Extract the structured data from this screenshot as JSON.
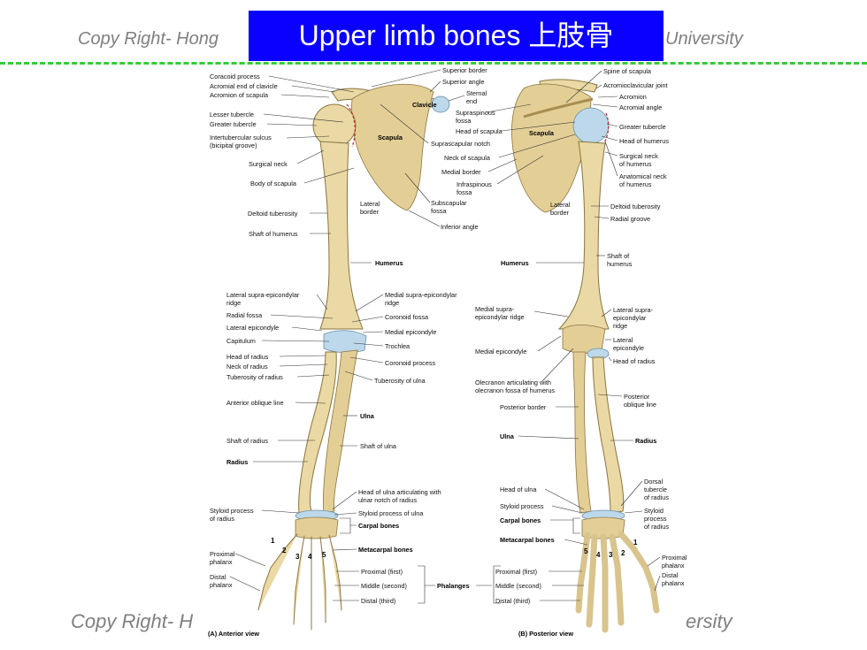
{
  "title": "Upper limb bones 上肢骨",
  "watermarks": {
    "top_left": "Copy Right- Hong",
    "top_right": "University",
    "bottom_left": "Copy Right- H",
    "bottom_right": "ersity"
  },
  "colors": {
    "title_bg": "#0a00ff",
    "title_fg": "#ffffff",
    "divider": "#33cc33",
    "bone": "#ead9a4",
    "cartilage": "#bcd8ea"
  },
  "anterior": {
    "caption": "(A) Anterior view",
    "labels": {
      "coracoid": "Coracoid process",
      "acromial_end": "Acromial end of clavicle",
      "acromion": "Acromion of scapula",
      "superior_border": "Superior border",
      "superior_angle": "Superior angle",
      "sternal": "Sternal",
      "end": "end",
      "clavicle": "Clavicle",
      "lesser_tubercle": "Lesser tubercle",
      "greater_tubercle": "Greater tubercle",
      "intertubercular1": "Intertubercular sulcus",
      "intertubercular2": "(bicipital groove)",
      "scapula": "Scapula",
      "surgical_neck": "Surgical neck",
      "body_scapula": "Body of scapula",
      "lateral": "Lateral",
      "border": "border",
      "subscapular": "Subscapular",
      "fossa": "fossa",
      "inferior_angle": "Inferior angle",
      "deltoid": "Deltoid tuberosity",
      "shaft_humerus": "Shaft of humerus",
      "humerus": "Humerus",
      "lat_supra1": "Lateral supra-epicondylar",
      "lat_supra2": "ridge",
      "med_supra1": "Medial supra-epicondylar",
      "med_supra2": "ridge",
      "radial_fossa": "Radial fossa",
      "coronoid_fossa": "Coronoid fossa",
      "lateral_epicondyle": "Lateral epicondyle",
      "medial_epicondyle": "Medial epicondyle",
      "capitulum": "Capitulum",
      "trochlea": "Trochlea",
      "head_radius": "Head of radius",
      "neck_radius": "Neck of radius",
      "coronoid_process": "Coronoid process",
      "tuberosity_radius": "Tuberosity of radius",
      "tuberosity_ulna": "Tuberosity of ulna",
      "anterior_oblique": "Anterior oblique line",
      "ulna": "Ulna",
      "shaft_radius": "Shaft of radius",
      "shaft_ulna": "Shaft of ulna",
      "radius": "Radius",
      "head_ulna1": "Head of ulna articulating with",
      "head_ulna2": "ulnar notch of radius",
      "styloid_radius1": "Styloid process",
      "styloid_radius2": "of radius",
      "styloid_ulna": "Styloid process of ulna",
      "carpal": "Carpal bones",
      "metacarpal": "Metacarpal bones",
      "proximal_phalanx1": "Proximal",
      "proximal_phalanx2": "phalanx",
      "distal_phalanx1": "Distal",
      "distal_phalanx2": "phalanx",
      "prox_first": "Proximal (first)",
      "middle_second": "Middle (second)",
      "distal_third": "Distal (third)",
      "phalanges": "Phalanges"
    },
    "digits": [
      "1",
      "2",
      "3",
      "4",
      "5"
    ]
  },
  "posterior": {
    "caption": "(B) Posterior view",
    "labels": {
      "spine": "Spine of scapula",
      "acromioclavicular": "Acromioclavicular joint",
      "acromion": "Acromion",
      "acromial_angle": "Acromial angle",
      "supraspinous1": "Supraspinous",
      "supraspinous2": "fossa",
      "head_scapula": "Head of scapula",
      "suprascapular": "Suprascapular notch",
      "scapula": "Scapula",
      "greater_tubercle": "Greater tubercle",
      "head_humerus": "Head of humerus",
      "neck_scapula": "Neck of scapula",
      "surgical1": "Surgical neck",
      "surgical2": "of humerus",
      "medial_border": "Medial border",
      "anatomical1": "Anatomical neck",
      "anatomical2": "of humerus",
      "infraspinous1": "Infraspinous",
      "infraspinous2": "fossa",
      "lateral": "Lateral",
      "border": "border",
      "deltoid": "Deltoid tuberosity",
      "radial_groove": "Radial groove",
      "shaft1": "Shaft of",
      "shaft2": "humerus",
      "humerus": "Humerus",
      "med_supra1": "Medial supra-",
      "med_supra2": "epicondylar ridge",
      "lat_supra1": "Lateral supra-",
      "lat_supra2": "epicondylar",
      "lat_supra3": "ridge",
      "lat_epi1": "Lateral",
      "lat_epi2": "epicondyle",
      "medial_epicondyle": "Medial epicondyle",
      "head_radius": "Head of radius",
      "olecranon1": "Olecranon articulating with",
      "olecranon2": "olecranon fossa of humerus",
      "posterior_border": "Posterior border",
      "post_oblique1": "Posterior",
      "post_oblique2": "oblique line",
      "ulna": "Ulna",
      "radius": "Radius",
      "head_ulna": "Head of ulna",
      "dorsal1": "Dorsal",
      "dorsal2": "tubercle",
      "dorsal3": "of radius",
      "styloid_process": "Styloid process",
      "styloid_r1": "Styloid",
      "styloid_r2": "process",
      "styloid_r3": "of radius",
      "carpal": "Carpal bones",
      "metacarpal": "Metacarpal bones",
      "prox_phalanx1": "Proximal",
      "prox_phalanx2": "phalanx",
      "dist_phalanx1": "Distal",
      "dist_phalanx2": "phalanx",
      "prox_first": "Proximal (first)",
      "middle_second": "Middle (second)",
      "distal_third": "Distal (third)"
    },
    "digits": [
      "5",
      "4",
      "3",
      "2",
      "1"
    ]
  }
}
